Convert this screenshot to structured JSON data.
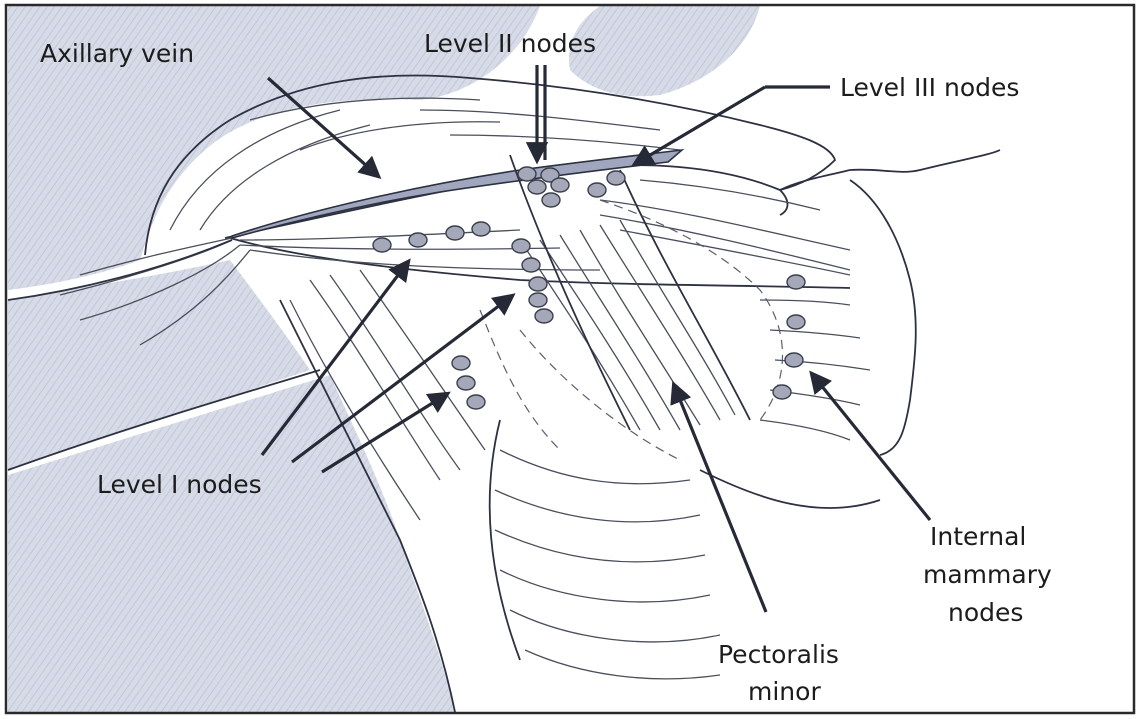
{
  "labels": {
    "axillary_vein": "Axillary vein",
    "level_ii": "Level II nodes",
    "level_iii": "Level III nodes",
    "level_i": "Level I nodes",
    "internal_mammary": [
      "Internal",
      "mammary",
      "nodes"
    ],
    "pectoralis_minor": [
      "Pectoralis",
      "minor"
    ]
  },
  "colors": {
    "shaded_region": "#d4d9e6",
    "vein": "#9fa6bd",
    "node_fill": "#a4a8b8",
    "line": "#2d3140",
    "frame": "#2a2a2a"
  }
}
